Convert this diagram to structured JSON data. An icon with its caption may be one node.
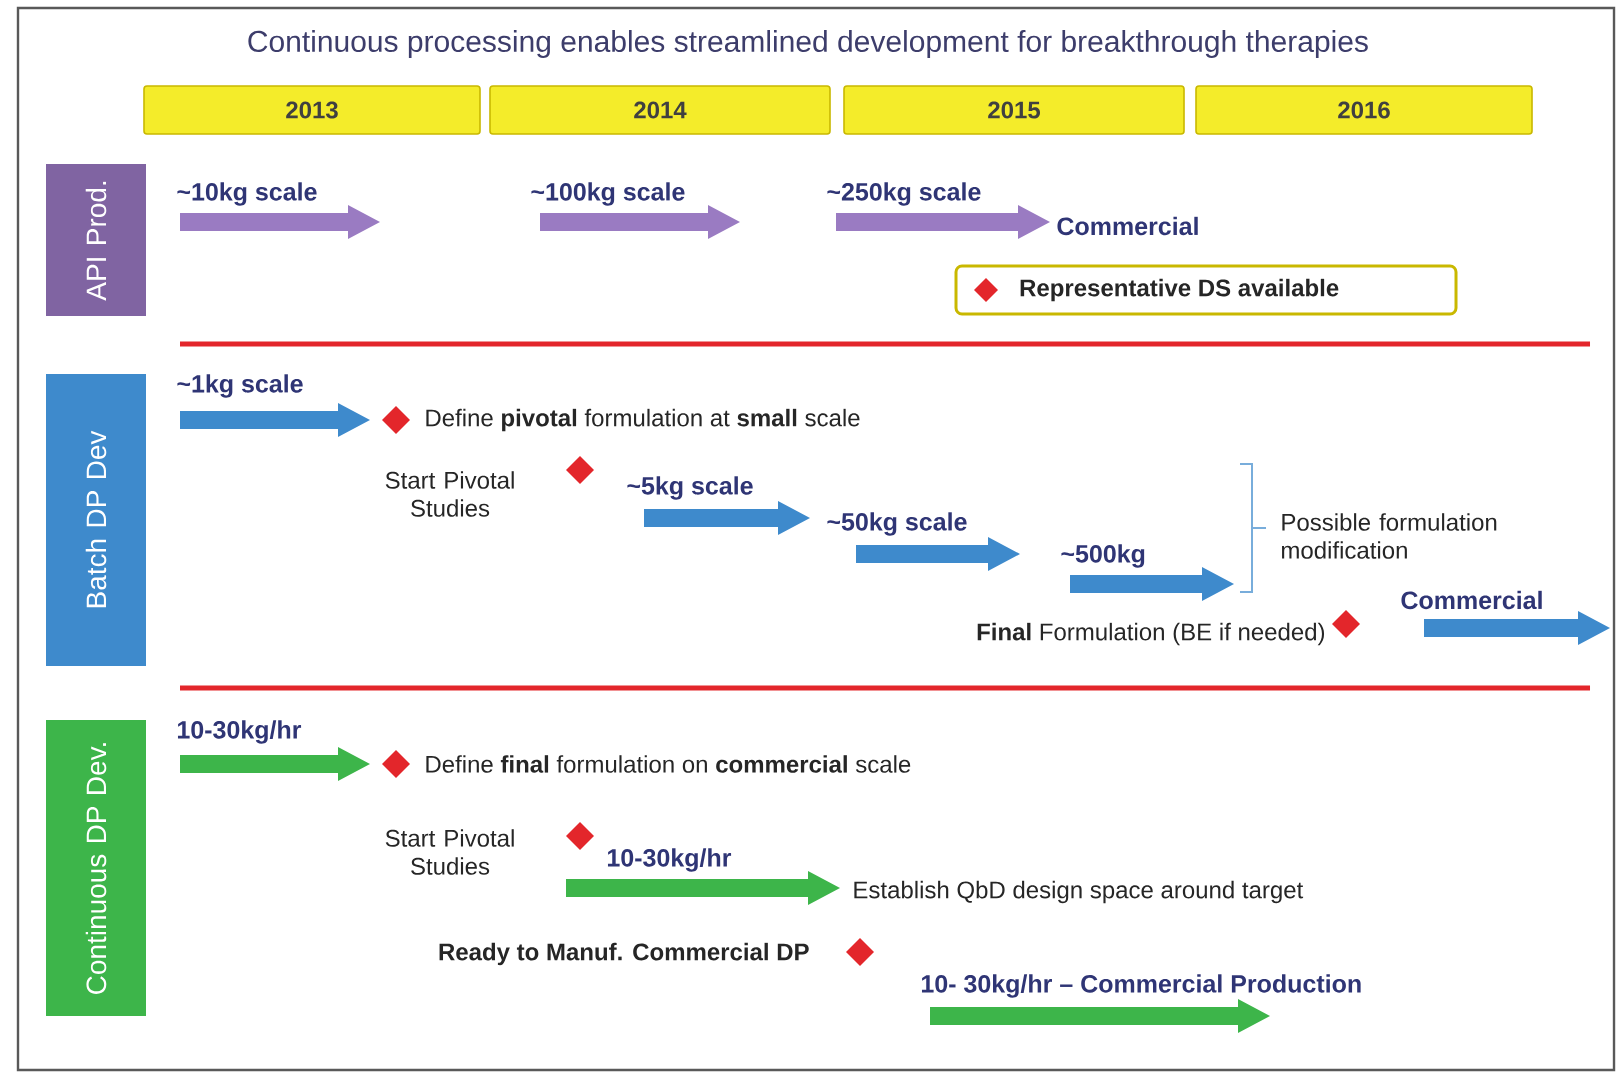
{
  "diagram": {
    "title": "Continuous processing enables streamlined development for breakthrough therapies",
    "nodes": [
      {
        "text": [
          "2013"
        ]
      },
      {
        "text": [
          "2014"
        ]
      },
      {
        "text": [
          "2015"
        ]
      },
      {
        "text": [
          "2016"
        ]
      },
      {
        "text": [
          "API Prod."
        ]
      },
      {
        "text": [
          "~10kg scale"
        ]
      },
      {
        "text": [
          "~100kg scale"
        ]
      },
      {
        "text": [
          "~250kg scale"
        ],
        "beside": [
          "Commercial"
        ]
      },
      {
        "text": [
          "Representative DS available"
        ]
      },
      {
        "text": [
          "Batch DP Dev"
        ]
      },
      {
        "text": [
          "~1kg scale"
        ]
      },
      {
        "text": [
          "~5kg scale"
        ]
      },
      {
        "text": [
          "~50kg scale"
        ]
      },
      {
        "text": [
          "~500kg"
        ]
      },
      {
        "text": [
          "Commercial"
        ]
      },
      {
        "text": [
          "Continuous DP Dev."
        ]
      },
      {
        "text": [
          "10-30kg/hr"
        ]
      },
      {
        "text": [
          "10-30kg/hr"
        ]
      },
      {
        "text": [
          "10- 30kg/hr – Commercial Production"
        ]
      }
    ],
    "labels": [
      "Define **pivotal** formulation at **small** scale",
      "Start Pivotal Studies",
      "Possible formulation modification",
      "**Final** Formulation (BE if needed)",
      "Define **final** formulation on **commercial** scale",
      "Start Pivotal Studies",
      "Establish QbD design space around target",
      "Ready to Manuf. Commercial DP"
    ]
  }
}
